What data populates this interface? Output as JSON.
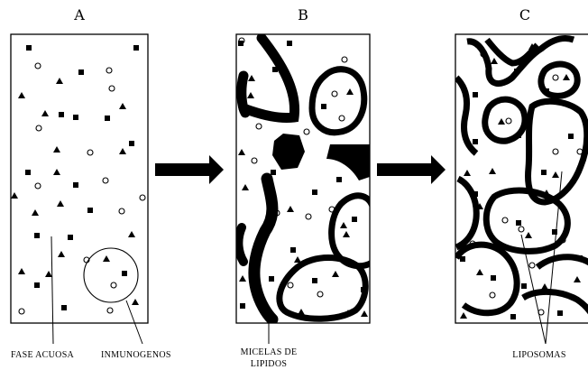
{
  "panels": [
    {
      "id": "A",
      "title": "A"
    },
    {
      "id": "B",
      "title": "B"
    },
    {
      "id": "C",
      "title": "C"
    }
  ],
  "labels": {
    "fase_acuosa": "FASE ACUOSA",
    "inmunogenos": "INMUNOGENOS",
    "micelas_line1": "MICELAS DE",
    "micelas_line2": "LIPIDOS",
    "liposomas": "LIPOSOMAS"
  },
  "colors": {
    "ink": "#000000",
    "background": "#ffffff"
  }
}
